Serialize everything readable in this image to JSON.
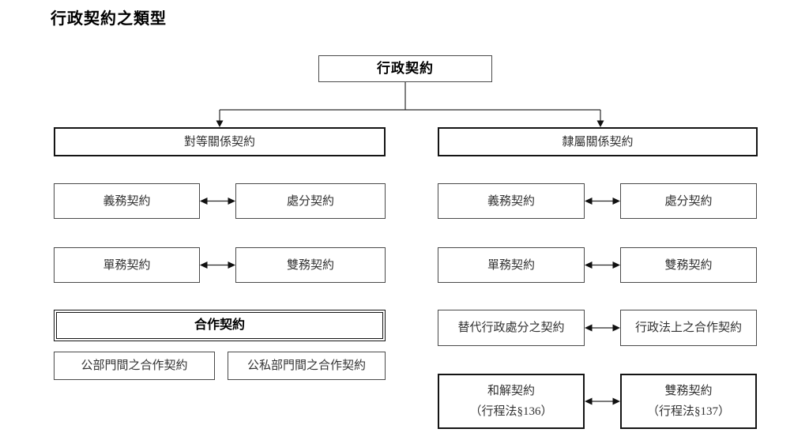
{
  "title": "行政契約之類型",
  "colors": {
    "background": "#ffffff",
    "line": "#2a2a2a",
    "thin_border": "#4a4a4a",
    "thick_border": "#141414",
    "text": "#333333",
    "bold_text": "#000000"
  },
  "root": {
    "label": "行政契約"
  },
  "left": {
    "header": "對等關係契約",
    "pair1": {
      "a": "義務契約",
      "b": "處分契約"
    },
    "pair2": {
      "a": "單務契約",
      "b": "雙務契約"
    },
    "cooperation": {
      "label": "合作契約"
    },
    "coop_children": {
      "a": "公部門間之合作契約",
      "b": "公私部門間之合作契約"
    }
  },
  "right": {
    "header": "隸屬關係契約",
    "pair1": {
      "a": "義務契約",
      "b": "處分契約"
    },
    "pair2": {
      "a": "單務契約",
      "b": "雙務契約"
    },
    "pair3": {
      "a": "替代行政處分之契約",
      "b": "行政法上之合作契約"
    },
    "pair4": {
      "a_line1": "和解契約",
      "a_line2": "（行程法§136）",
      "b_line1": "雙務契約",
      "b_line2": "（行程法§137）"
    }
  }
}
